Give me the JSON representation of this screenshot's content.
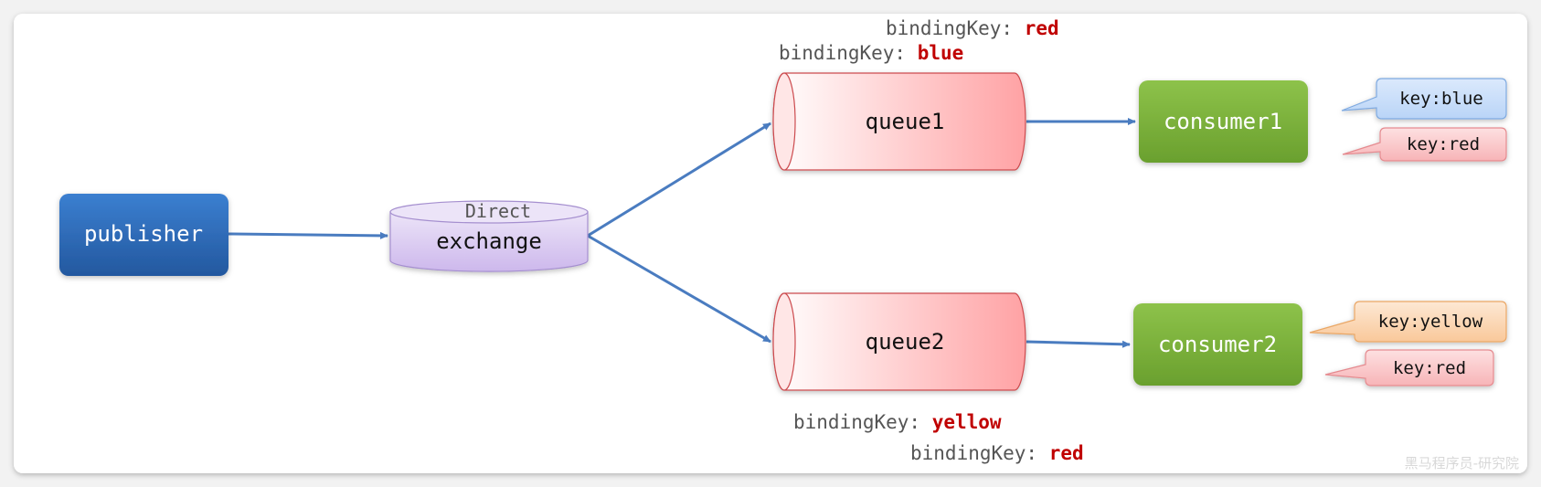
{
  "colors": {
    "publisher": "#2e6db4",
    "exchange": "#d9ccf0",
    "queue": "#ffb3b3",
    "consumer": "#7cb342",
    "arrow": "#4a7cc0",
    "keyword": "#c00000",
    "label": "#555555",
    "tag_blue": "#c5dcf9",
    "tag_red": "#fbc9cb",
    "tag_yellow": "#fcd9b8"
  },
  "publisher": {
    "label": "publisher"
  },
  "exchange": {
    "type": "Direct",
    "label": "exchange"
  },
  "queues": [
    {
      "label": "queue1",
      "bindings": [
        {
          "prefix": "bindingKey: ",
          "key": "red"
        },
        {
          "prefix": "bindingKey: ",
          "key": "blue"
        }
      ]
    },
    {
      "label": "queue2",
      "bindings": [
        {
          "prefix": "bindingKey: ",
          "key": "yellow"
        },
        {
          "prefix": "bindingKey: ",
          "key": "red"
        }
      ]
    }
  ],
  "consumers": [
    {
      "label": "consumer1",
      "tags": [
        {
          "text": "key:blue",
          "color": "blue"
        },
        {
          "text": "key:red",
          "color": "red"
        }
      ]
    },
    {
      "label": "consumer2",
      "tags": [
        {
          "text": "key:yellow",
          "color": "yellow"
        },
        {
          "text": "key:red",
          "color": "red"
        }
      ]
    }
  ],
  "watermark": "黑马程序员-研究院"
}
